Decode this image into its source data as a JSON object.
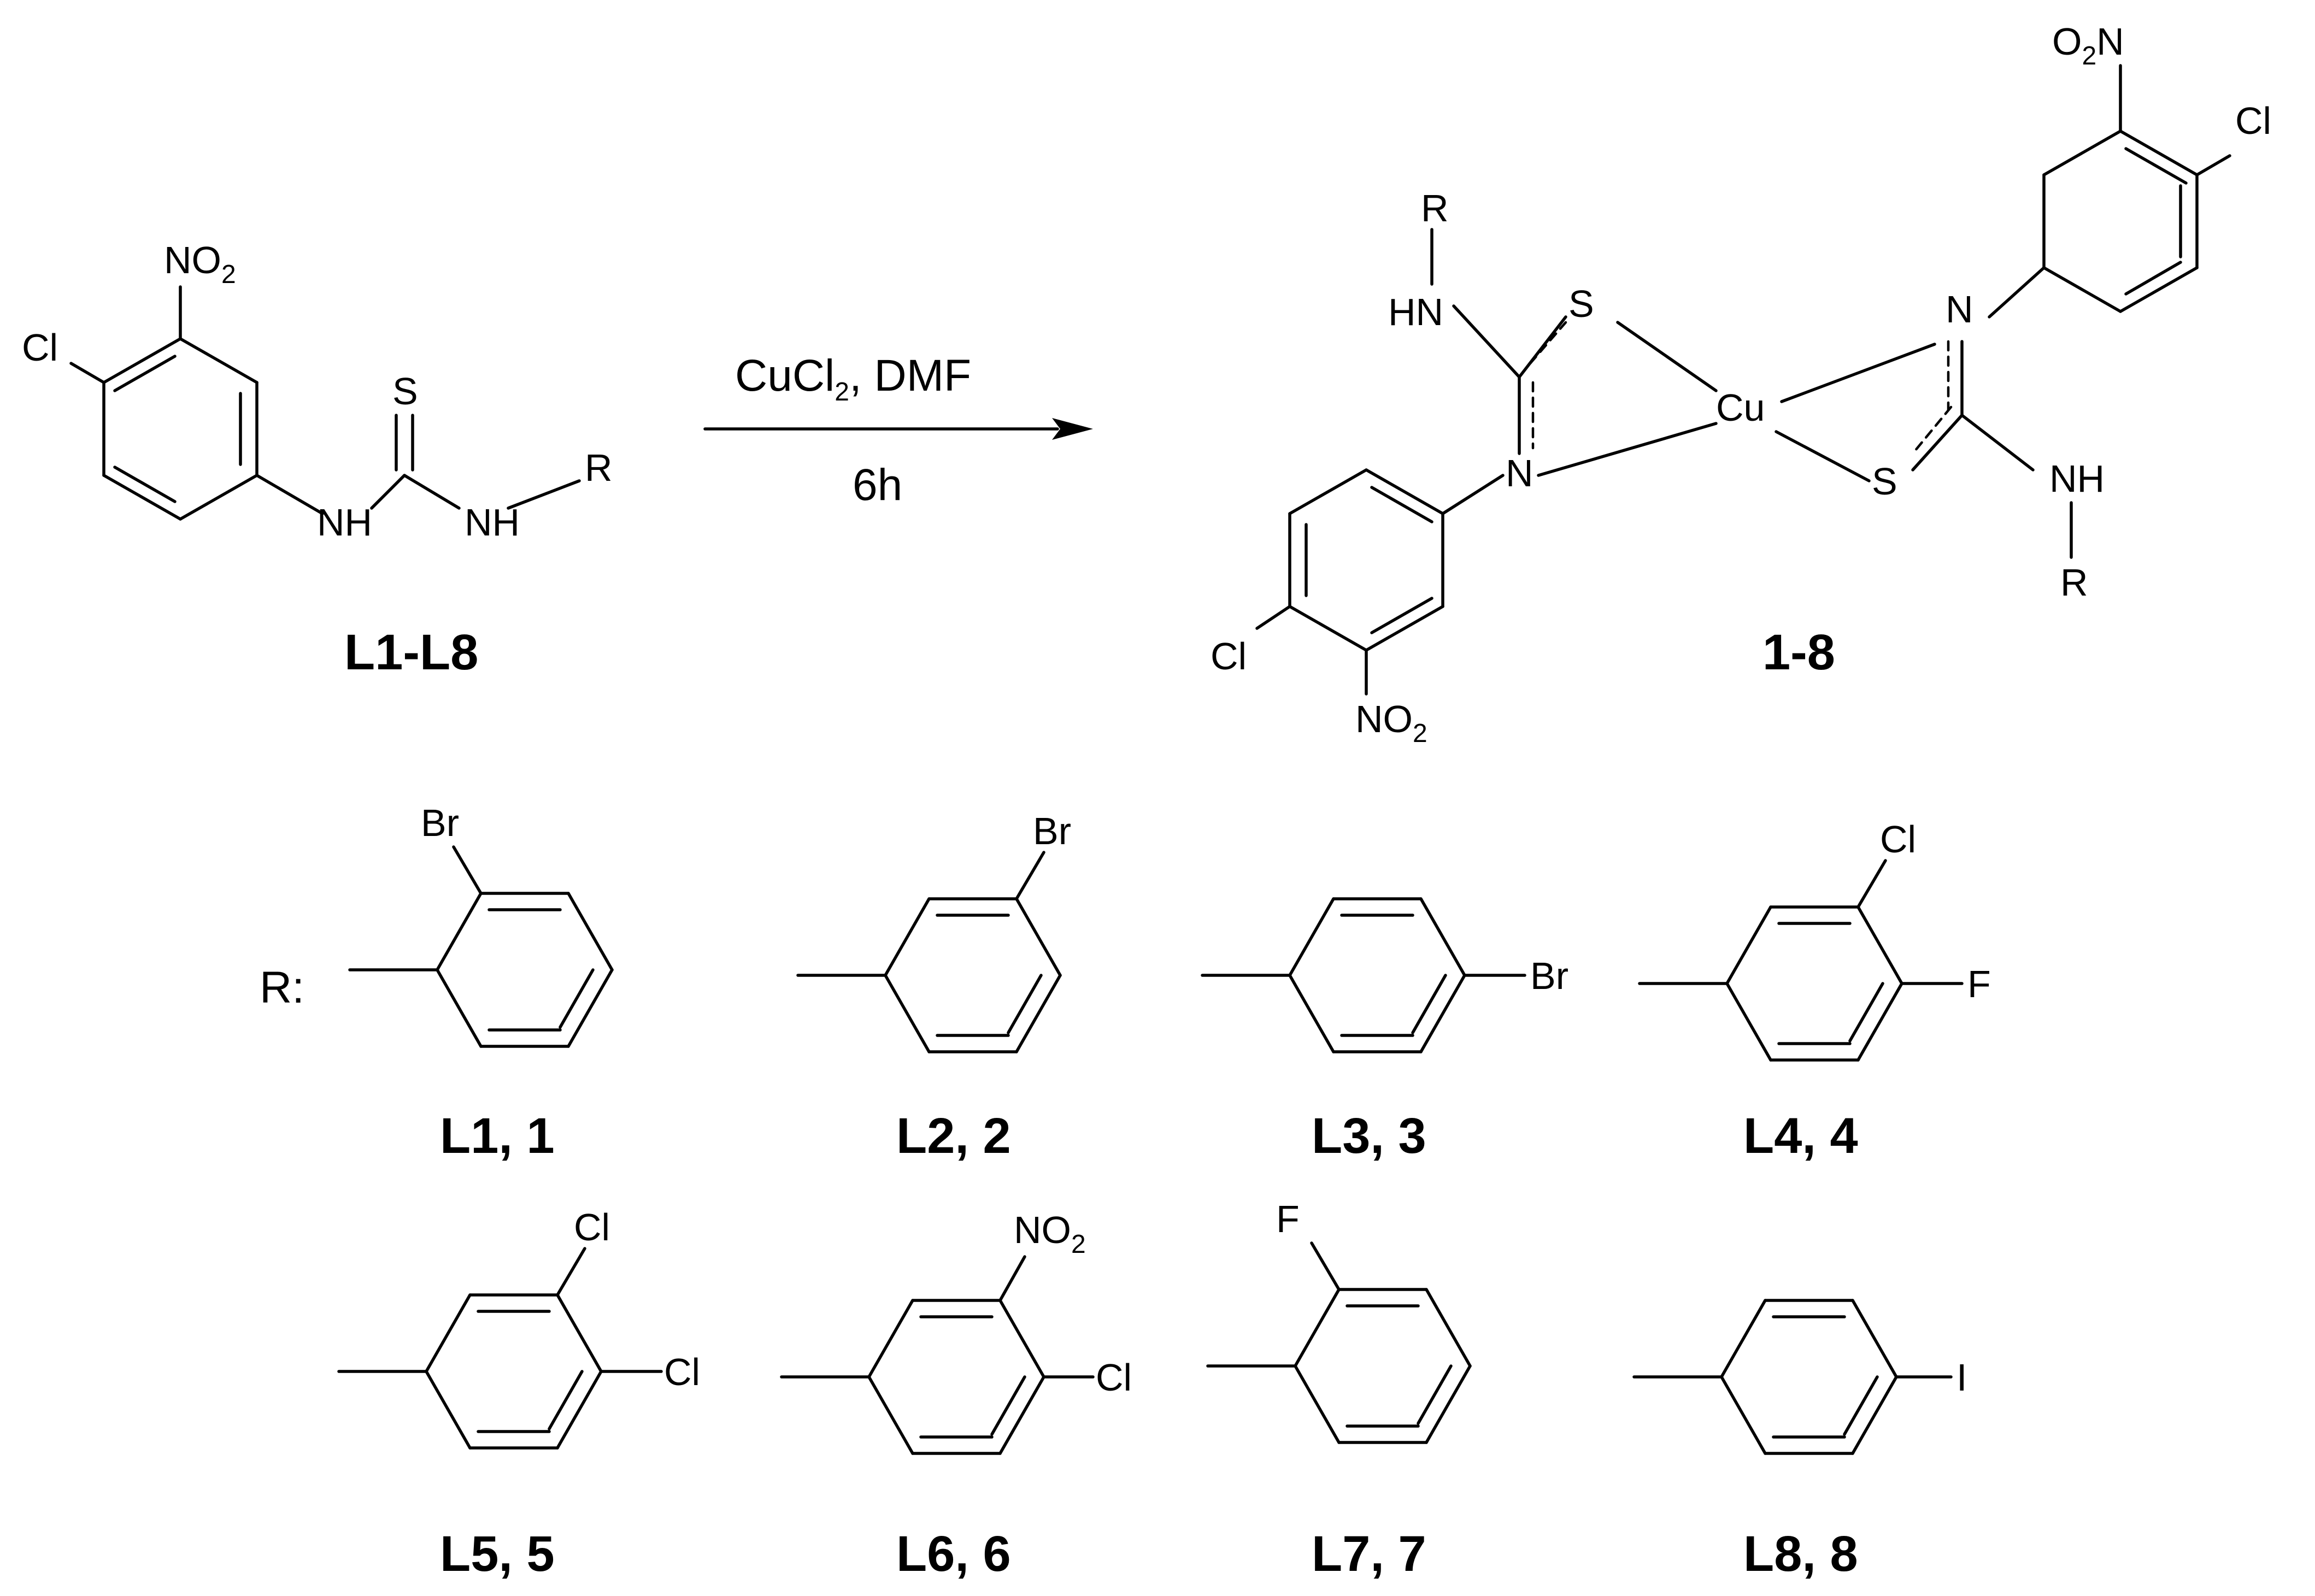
{
  "reaction": {
    "reagent_prefix": "CuCl",
    "reagent_subscript": "2",
    "reagent_suffix": ", DMF",
    "time": "6h"
  },
  "ligand": {
    "label": "L1-L8",
    "atoms": {
      "nitro_n": "NO",
      "nitro_sub": "2",
      "chloro": "Cl",
      "sulfur": "S",
      "nh1": "NH",
      "nh2": "NH",
      "r": "R"
    }
  },
  "complex": {
    "label": "1-8",
    "metal": "Cu",
    "atoms": {
      "left_r": "R",
      "left_hn": "HN",
      "left_s": "S",
      "left_n": "N",
      "left_cl": "Cl",
      "left_nitro": "NO",
      "left_nitro_sub": "2",
      "right_nitro_prefix": "O",
      "right_nitro_sub": "2",
      "right_nitro_suffix": "N",
      "right_cl": "Cl",
      "right_n": "N",
      "right_s": "S",
      "right_nh": "NH",
      "right_r": "R"
    }
  },
  "substituents": {
    "r_label": "R:",
    "items": [
      {
        "label": "L1, 1",
        "atoms": [
          "Br"
        ]
      },
      {
        "label": "L2, 2",
        "atoms": [
          "Br"
        ]
      },
      {
        "label": "L3, 3",
        "atoms": [
          "Br"
        ]
      },
      {
        "label": "L4, 4",
        "atoms": [
          "Cl",
          "F"
        ]
      },
      {
        "label": "L5, 5",
        "atoms": [
          "Cl",
          "Cl"
        ]
      },
      {
        "label": "L6, 6",
        "atoms": [
          "NO",
          "2",
          "Cl"
        ]
      },
      {
        "label": "L7, 7",
        "atoms": [
          "F"
        ]
      },
      {
        "label": "L8, 8",
        "atoms": [
          "I"
        ]
      }
    ]
  }
}
